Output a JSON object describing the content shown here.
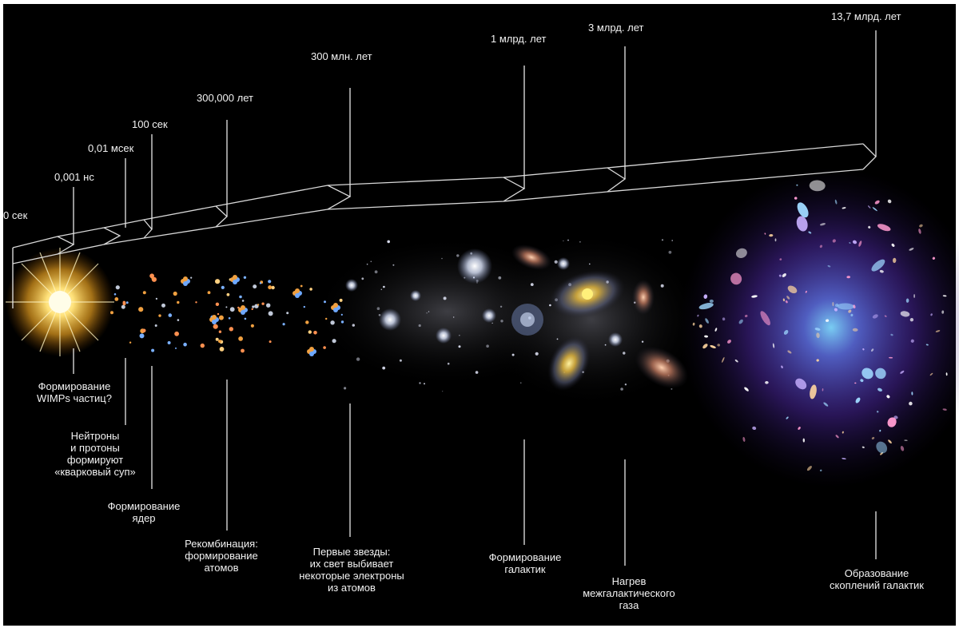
{
  "colors": {
    "background": "#000000",
    "frame": "#ffffff",
    "text": "#f2f2f2",
    "lines": "#e6e6e6",
    "big_bang": "#ffd24a",
    "cluster_glow": "#7a5cff"
  },
  "timeline": {
    "times": [
      "0 сек",
      "0,001 нс",
      "0,01 мсек",
      "100 сек",
      "300,000 лет",
      "300 млн. лет",
      "1 млрд. лет",
      "3 млрд. лет",
      "13,7 млрд. лет"
    ]
  },
  "events": [
    {
      "lines": [
        "Формирование",
        "WIMPs частиц?"
      ]
    },
    {
      "lines": [
        "Нейтроны",
        "и протоны",
        "формируют",
        "«кварковый суп»"
      ]
    },
    {
      "lines": [
        "Формирование",
        "ядер"
      ]
    },
    {
      "lines": [
        "Рекомбинация:",
        "формирование",
        "атомов"
      ]
    },
    {
      "lines": [
        "Первые звезды:",
        "их свет выбивает",
        "некоторые электроны",
        "из атомов"
      ]
    },
    {
      "lines": [
        "Формирование",
        "галактик"
      ]
    },
    {
      "lines": [
        "Нагрев",
        "межгалактического",
        "газа"
      ]
    },
    {
      "lines": [
        "Образование",
        "скоплений галактик"
      ]
    }
  ]
}
